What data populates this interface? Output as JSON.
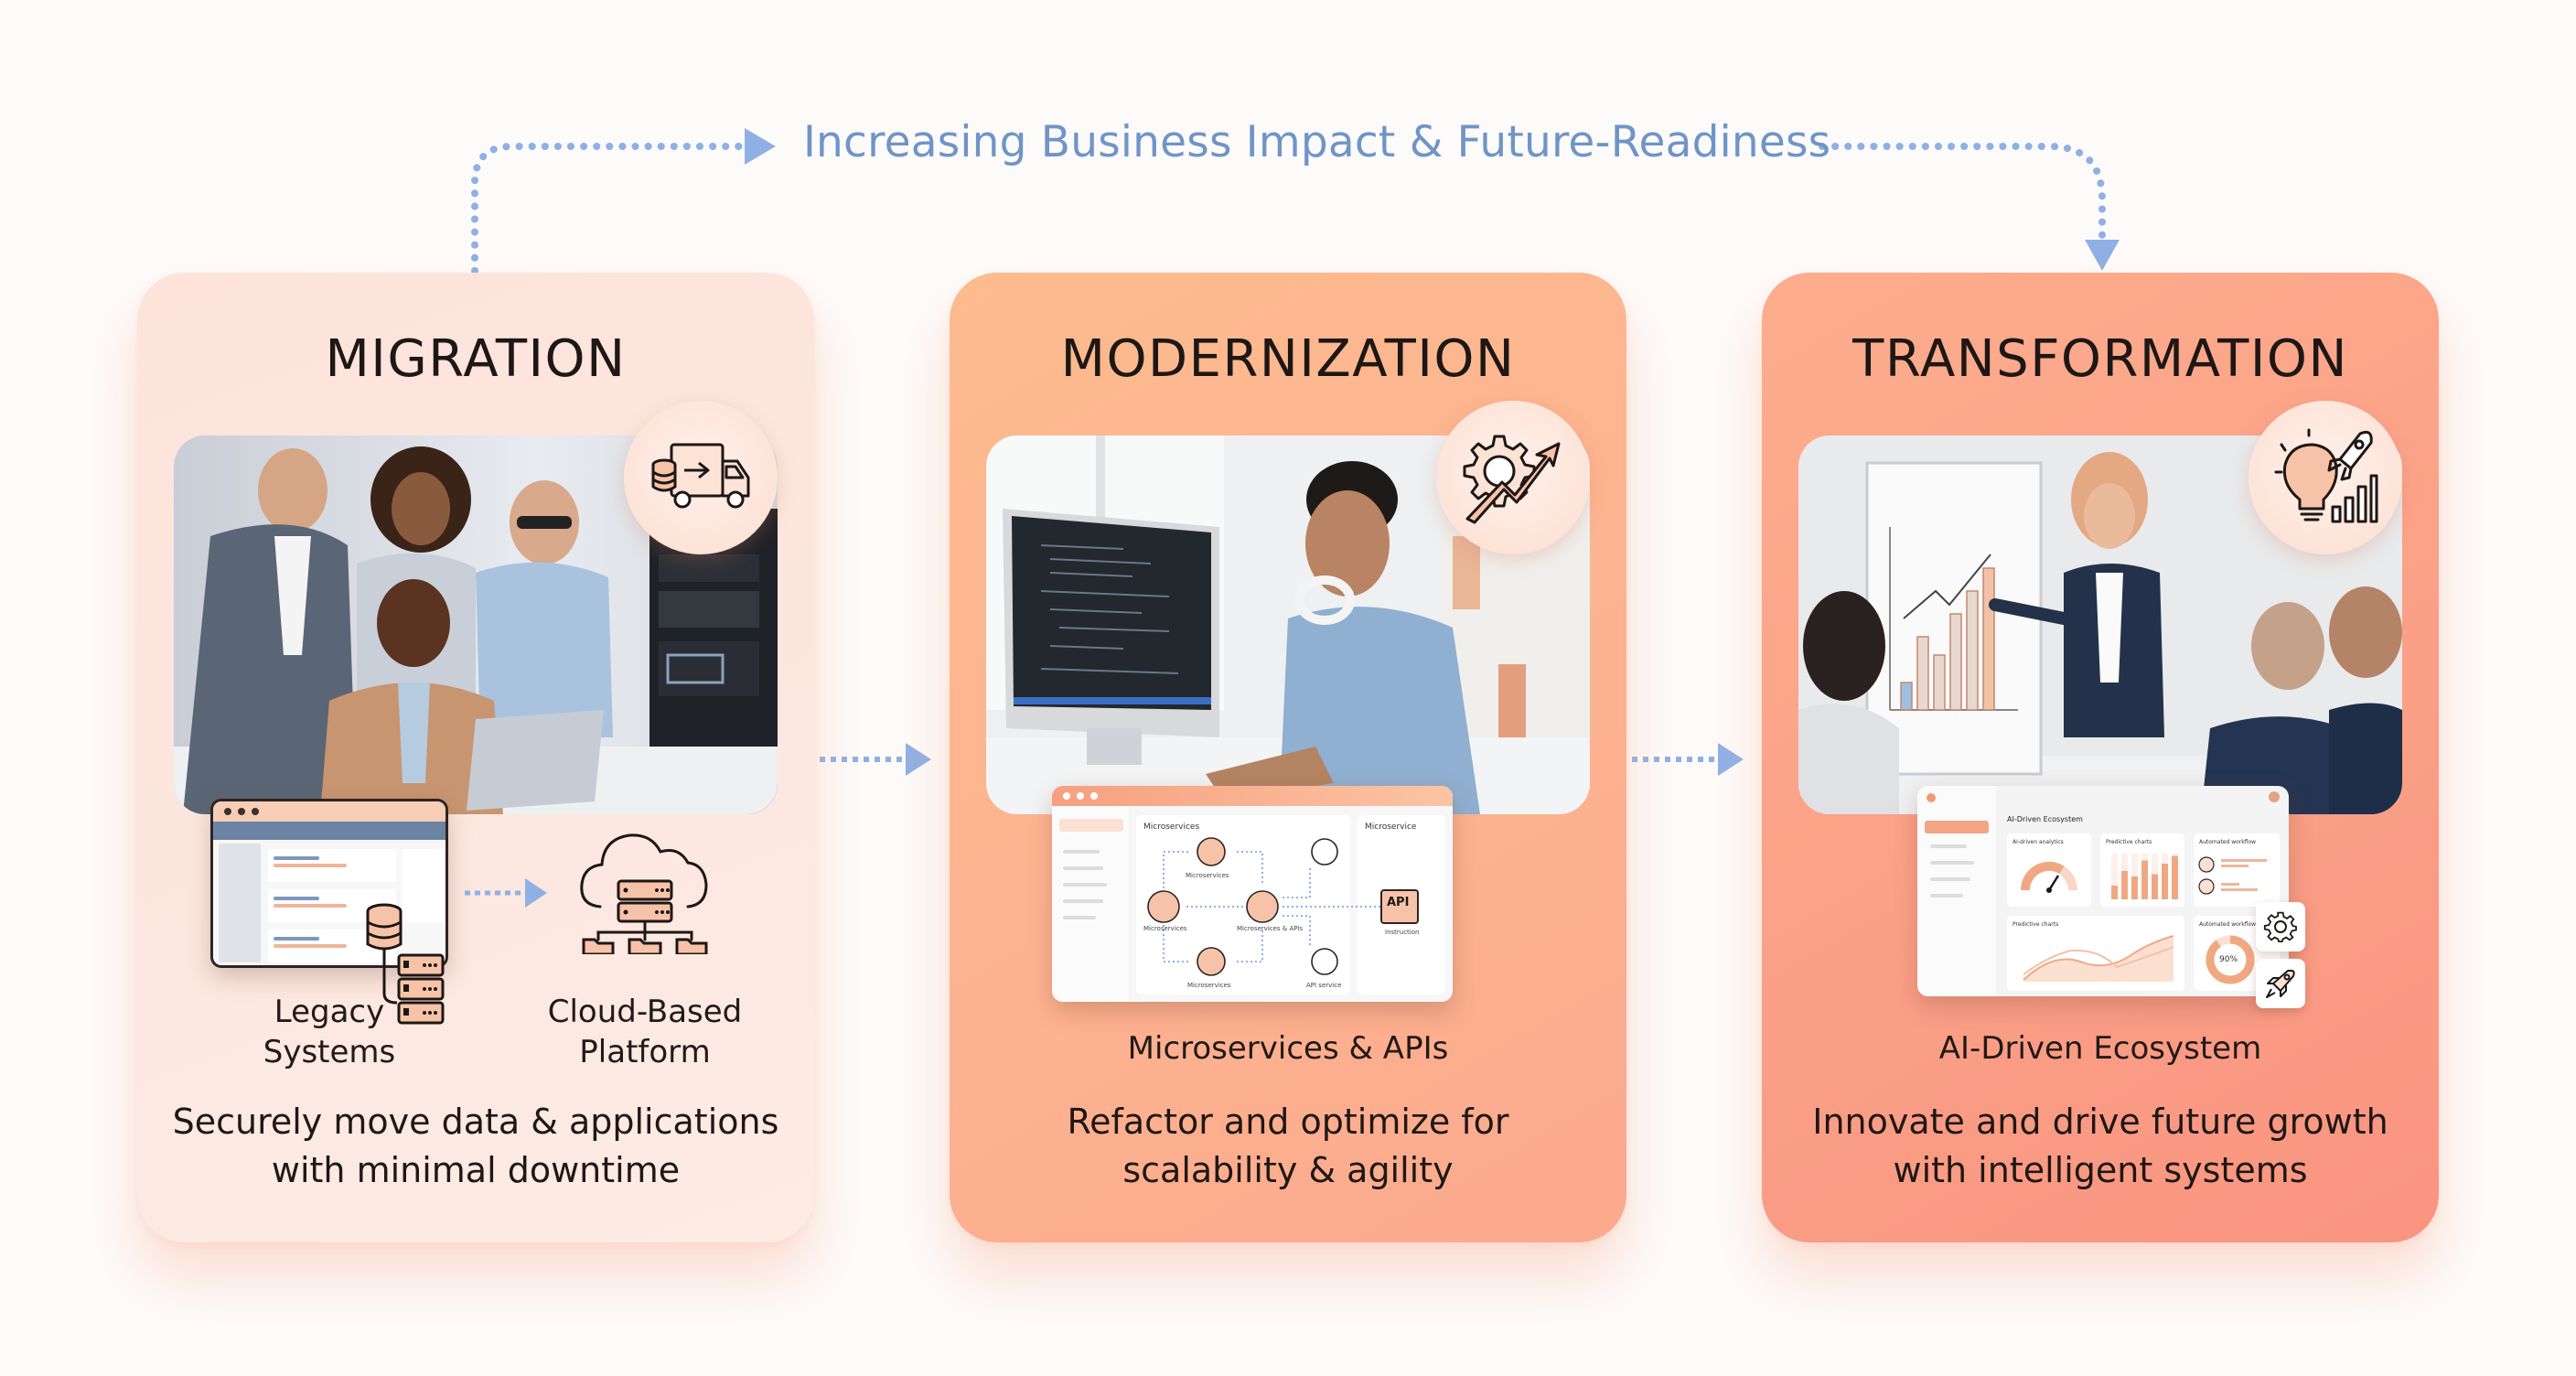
{
  "header": {
    "flow_label": "Increasing Business Impact & Future-Readiness"
  },
  "colors": {
    "arrow": "#8fb0e4",
    "flow_text": "#6f95c8",
    "migration_card": "#fde5dc",
    "modernization_card": "#fdb68f",
    "transformation_card": "#fba087",
    "icon_fill": "#f7c3a8",
    "ink": "#1d1715"
  },
  "stages": [
    {
      "id": "migration",
      "title": "MIGRATION",
      "badge_icon": "data-transfer-truck-icon",
      "photo": "team-collaborating-at-laptop-with-server-rack",
      "from_label": "Legacy\nSystems",
      "to_label": "Cloud-Based\nPlatform",
      "from_label_lines": [
        "Legacy",
        "Systems"
      ],
      "to_label_lines": [
        "Cloud-Based",
        "Platform"
      ],
      "description_lines": [
        "Securely move data & applications",
        "with minimal downtime"
      ]
    },
    {
      "id": "modernization",
      "title": "MODERNIZATION",
      "badge_icon": "gear-growth-arrow-icon",
      "photo": "developer-coding-at-desktop",
      "diagram_label": "Microservices & APIs",
      "mock": {
        "panel_title": "Microservices",
        "side_title": "Microservice",
        "nodes": [
          "Microservices",
          "Microservices",
          "Microservices & APIs",
          "Microservices",
          "API service"
        ],
        "api_label": "API",
        "api_caption": "Instruction"
      },
      "description_lines": [
        "Refactor and optimize for",
        "scalability & agility"
      ]
    },
    {
      "id": "transformation",
      "title": "TRANSFORMATION",
      "badge_icon": "lightbulb-rocket-chart-icon",
      "photo": "presenter-at-flipchart-meeting",
      "diagram_label": "AI-Driven Ecosystem",
      "mock": {
        "heading": "AI-Driven Ecosystem",
        "widgets": [
          "AI-driven analytics",
          "Predictive charts",
          "Automated workflow",
          "Predictive charts",
          "Automated workflow"
        ],
        "donut_value": "90%",
        "donut_percent": 90,
        "bar_values": [
          0.3,
          0.62,
          0.5,
          0.85,
          0.55,
          0.78,
          0.95
        ]
      },
      "description_lines": [
        "Innovate and drive future growth",
        "with intelligent systems"
      ]
    }
  ]
}
